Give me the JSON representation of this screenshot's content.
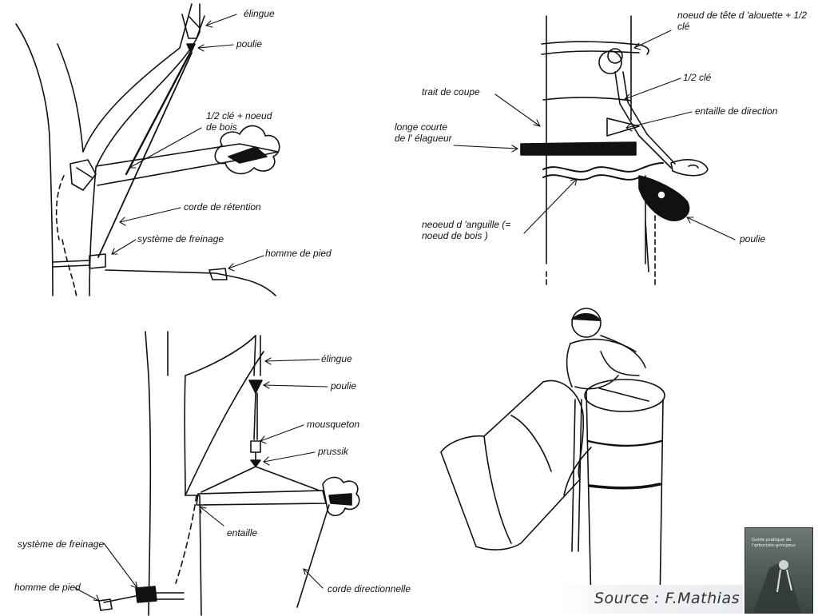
{
  "panel_tl": {
    "labels": {
      "elingue": "élingue",
      "poulie": "poulie",
      "cle_noeud": "1/2 clé + noeud de bois",
      "corde_retention": "corde de rétention",
      "systeme_freinage": "système de freinage",
      "homme_pied": "homme de pied"
    }
  },
  "panel_tr": {
    "labels": {
      "noeud_tete": "noeud de tête d 'alouette + 1/2 clé",
      "demi_cle": "1/2 clé",
      "trait_coupe": "trait de coupe",
      "entaille_direction": "entaille de direction",
      "longe_courte": "longe courte de l' élagueur",
      "noeud_anguille": "neoeud d 'anguille (= noeud de bois )",
      "poulie": "poulie"
    }
  },
  "panel_bl": {
    "labels": {
      "elingue": "élingue",
      "poulie": "poulie",
      "mousqueton": "mousqueton",
      "prussik": "prussik",
      "entaille": "entaille",
      "systeme_freinage": "système de freinage",
      "homme_pied": "homme de pied",
      "corde_directionnelle": "corde directionnelle"
    }
  },
  "source": {
    "text": "Source : F.Mathias",
    "book_title": "Guide pratique de l'arboriste-grimpeur"
  }
}
